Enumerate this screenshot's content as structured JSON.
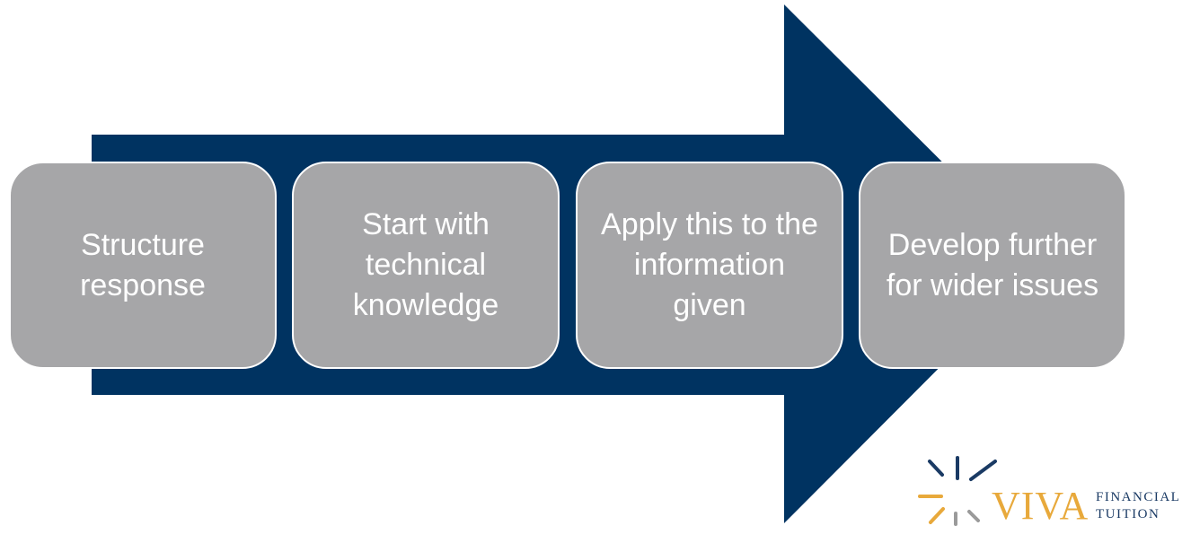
{
  "diagram": {
    "arrow_color": "#003361",
    "box_color": "#a6a6a8",
    "steps": [
      {
        "label": "Structure response"
      },
      {
        "label": "Start with technical knowledge"
      },
      {
        "label": "Apply this to the information given"
      },
      {
        "label": "Develop further for wider issues"
      }
    ]
  },
  "logo": {
    "word": "VIVA",
    "line1": "FINANCIAL",
    "line2": "TUITION",
    "gold": "#e8a93b",
    "navy": "#1a3a64",
    "grey": "#9a9a9a"
  }
}
